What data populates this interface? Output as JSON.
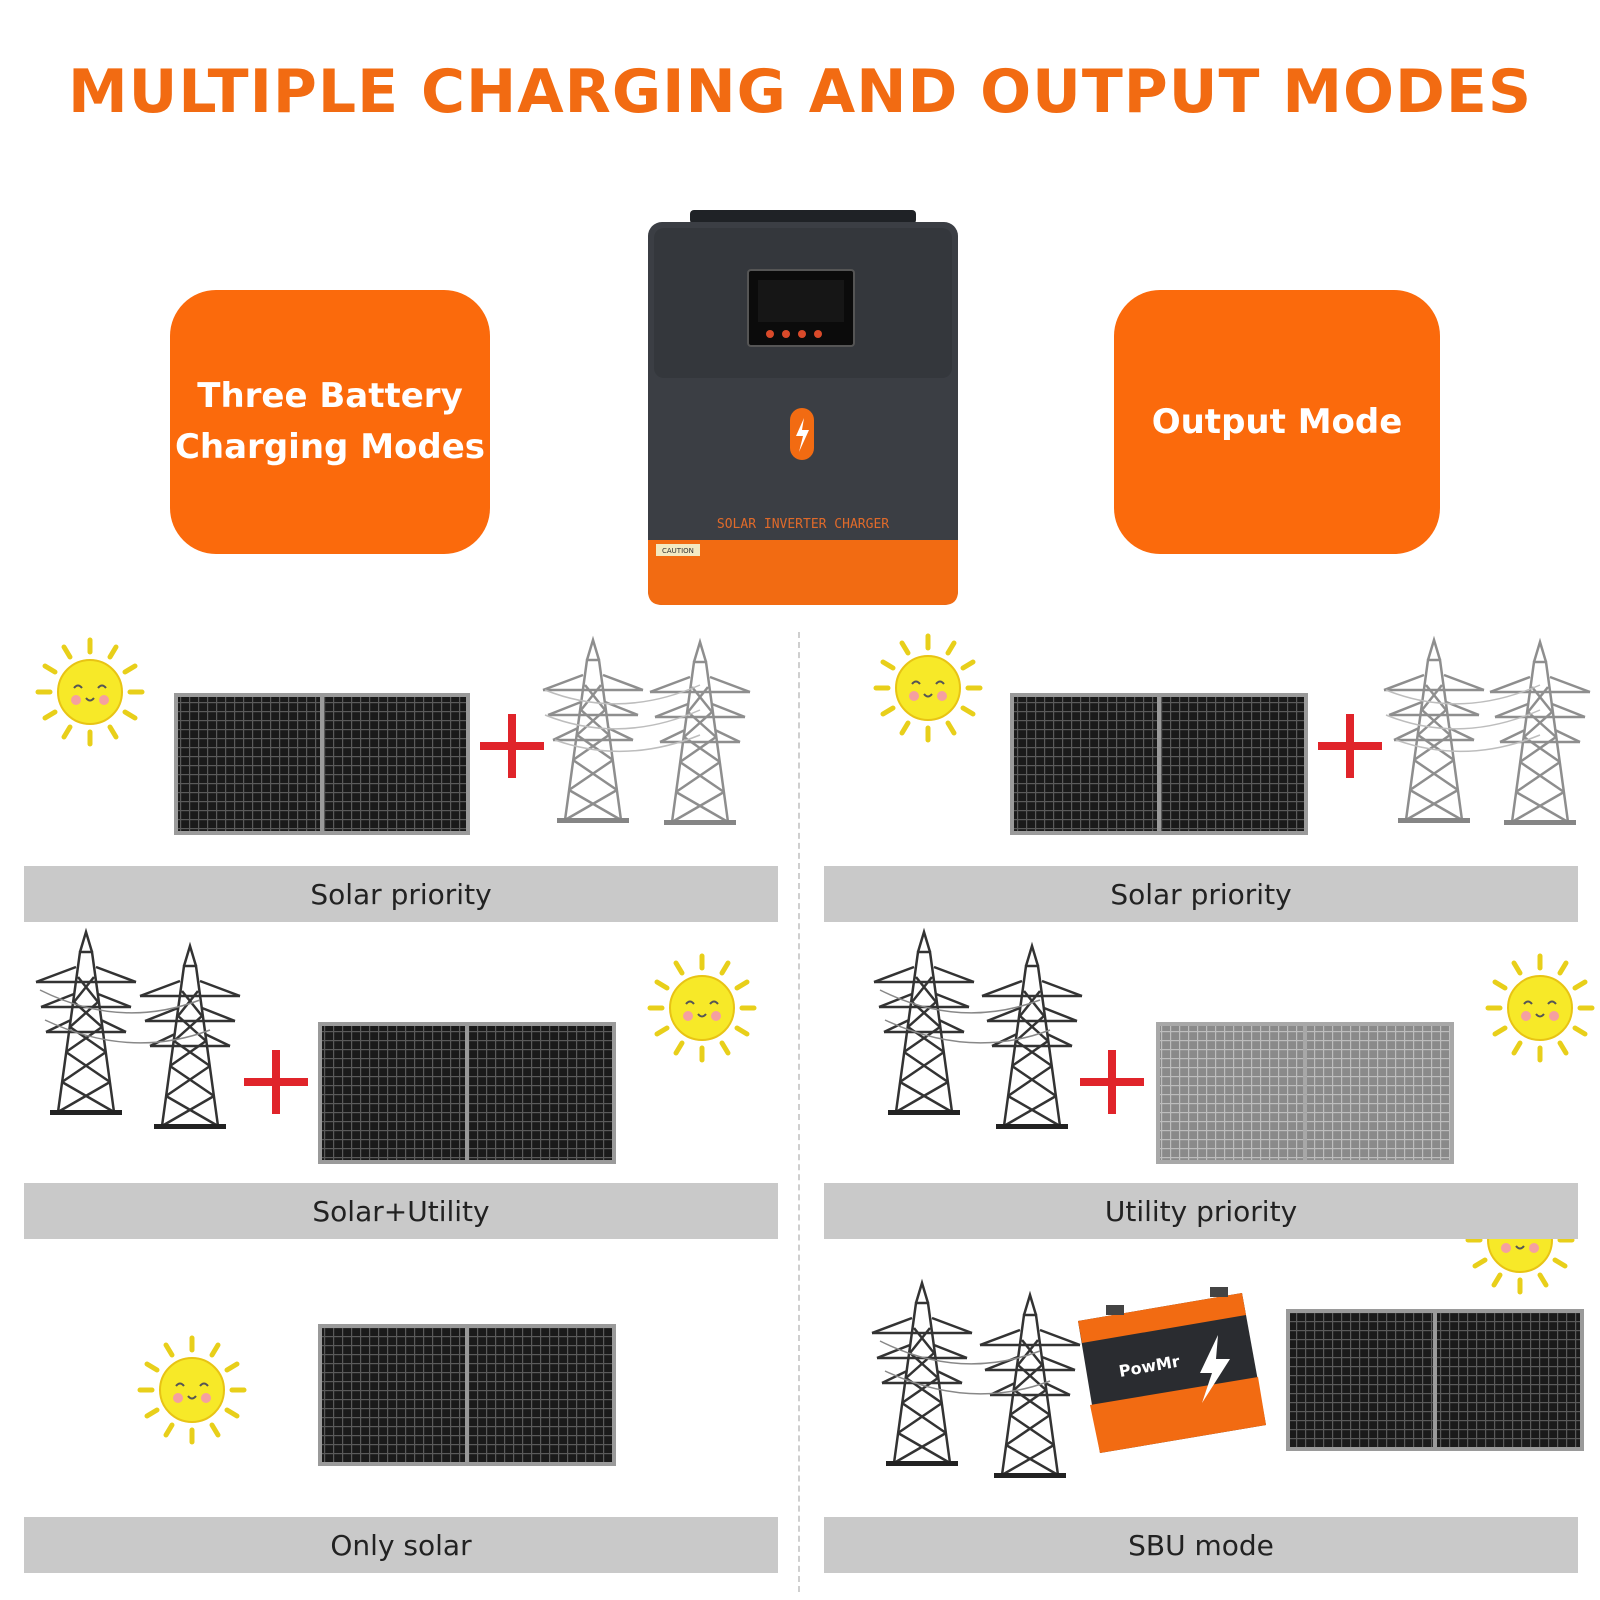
{
  "title": "MULTIPLE CHARGING AND OUTPUT MODES",
  "left_card": {
    "line1": "Three Battery",
    "line2": "Charging Modes"
  },
  "right_card": {
    "label": "Output Mode"
  },
  "inverter": {
    "front_text": "SOLAR INVERTER CHARGER",
    "caution_label": "CAUTION"
  },
  "battery": {
    "brand": "PowMr"
  },
  "charging_modes": [
    {
      "label": "Solar priority"
    },
    {
      "label": "Solar+Utility"
    },
    {
      "label": "Only solar"
    }
  ],
  "output_modes": [
    {
      "label": "Solar priority"
    },
    {
      "label": "Utility priority"
    },
    {
      "label": "SBU mode"
    }
  ],
  "colors": {
    "accent": "#fb6a0c",
    "title": "#f26b12",
    "label_bar": "#c9c9c9",
    "plus": "#e0242a"
  }
}
